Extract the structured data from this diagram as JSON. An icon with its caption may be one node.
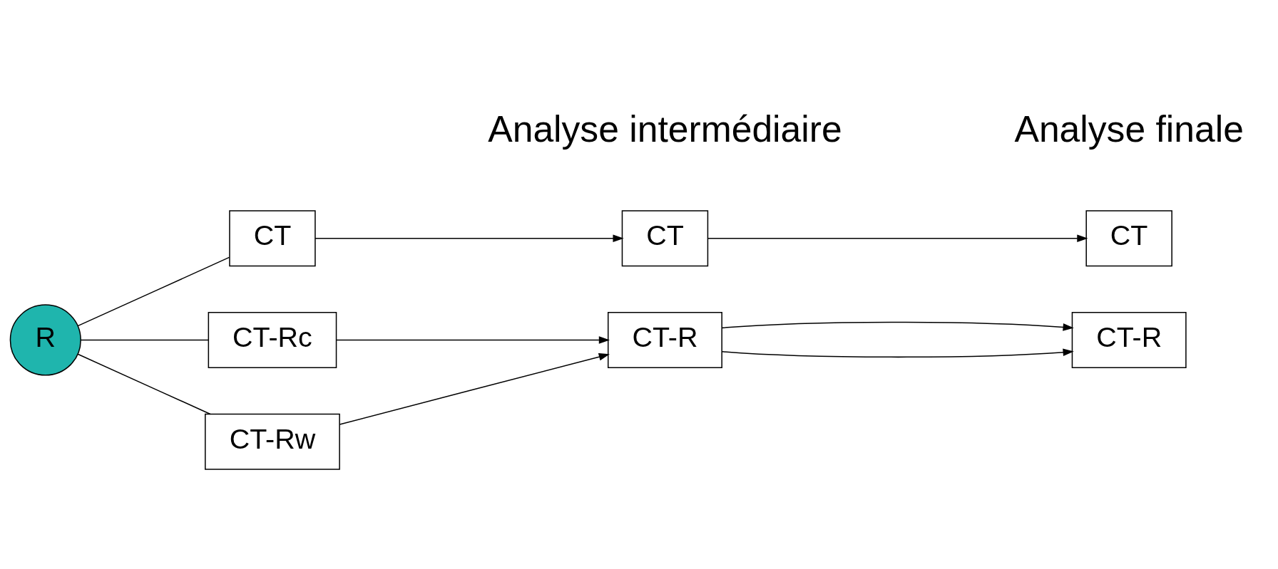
{
  "diagram": {
    "nodes": [
      {
        "text": [
          "R"
        ]
      },
      {
        "text": [
          "CT"
        ]
      },
      {
        "text": [
          "CT-Rc"
        ]
      },
      {
        "text": [
          "CT-Rw"
        ]
      },
      {
        "text": [
          "CT"
        ]
      },
      {
        "text": [
          "CT-R"
        ]
      },
      {
        "text": [
          "CT"
        ]
      },
      {
        "text": [
          "CT-R"
        ]
      }
    ],
    "edges": [
      {
        "from": 0,
        "to": 1,
        "arrow": "none"
      },
      {
        "from": 0,
        "to": 2,
        "arrow": "none"
      },
      {
        "from": 0,
        "to": 3,
        "arrow": "none"
      },
      {
        "from": 1,
        "to": 4,
        "arrow": "to"
      },
      {
        "from": 2,
        "to": 5,
        "arrow": "to"
      },
      {
        "from": 3,
        "to": 5,
        "arrow": "to"
      },
      {
        "from": 4,
        "to": 6,
        "arrow": "to"
      },
      {
        "from": 5,
        "to": 7,
        "arrow": "to"
      },
      {
        "from": 5,
        "to": 7,
        "arrow": "to"
      }
    ],
    "labels": [
      "Analyse intermédiaire",
      "Analyse finale"
    ]
  }
}
